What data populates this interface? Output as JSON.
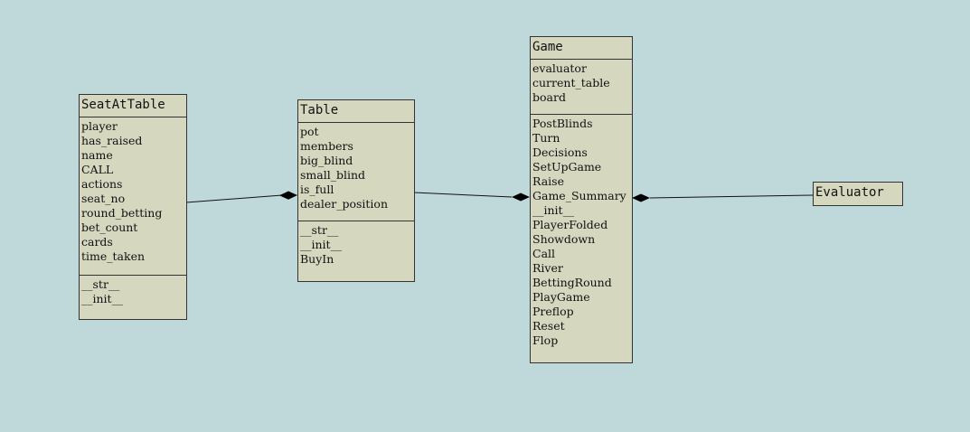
{
  "classes": {
    "seat_at_table": {
      "name": "SeatAtTable",
      "attributes": [
        "player",
        "has_raised",
        "name",
        "CALL",
        "actions",
        "seat_no",
        "round_betting",
        "bet_count",
        "cards",
        "time_taken"
      ],
      "methods": [
        "__str__",
        "__init__"
      ]
    },
    "table": {
      "name": "Table",
      "attributes": [
        "pot",
        "members",
        "big_blind",
        "small_blind",
        "is_full",
        "dealer_position"
      ],
      "methods": [
        "__str__",
        "__init__",
        "BuyIn"
      ]
    },
    "game": {
      "name": "Game",
      "attributes": [
        "evaluator",
        "current_table",
        "board"
      ],
      "methods": [
        "PostBlinds",
        "Turn",
        "Decisions",
        "SetUpGame",
        "Raise",
        "Game_Summary",
        "__init__",
        "PlayerFolded",
        "Showdown",
        "Call",
        "River",
        "BettingRound",
        "PlayGame",
        "Preflop",
        "Reset",
        "Flop"
      ]
    },
    "evaluator": {
      "name": "Evaluator"
    }
  },
  "relations": [
    {
      "from": "SeatAtTable",
      "to": "Table",
      "type": "composition"
    },
    {
      "from": "Table",
      "to": "Game",
      "type": "composition"
    },
    {
      "from": "Evaluator",
      "to": "Game",
      "type": "composition"
    }
  ],
  "colors": {
    "background": "#bfd9da",
    "box": "#d6d7bf",
    "line": "#111111"
  }
}
